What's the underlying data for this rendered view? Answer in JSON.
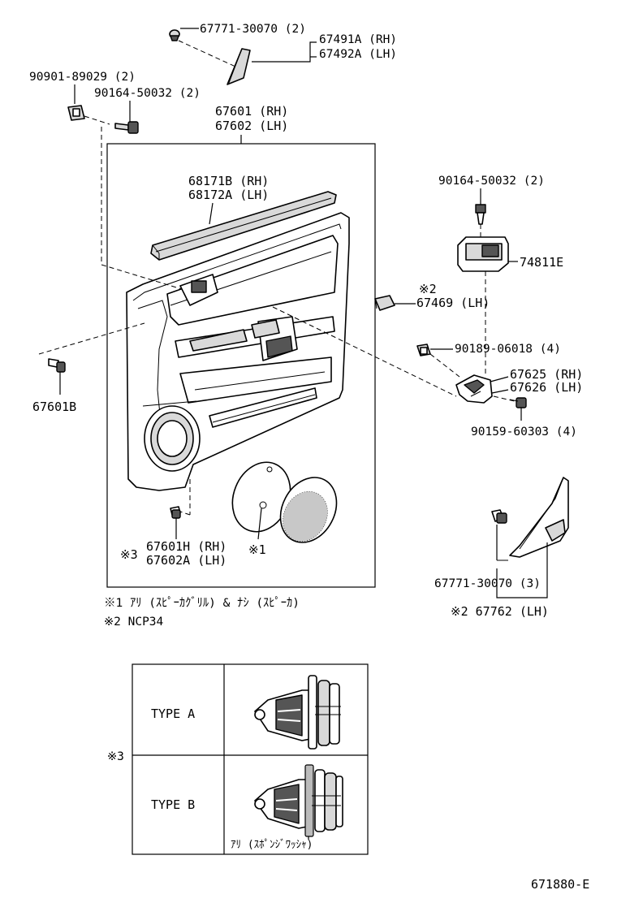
{
  "labels": {
    "p67771_top": "67771-30070 (2)",
    "p67491a": "67491A (RH)",
    "p67492a": "67492A (LH)",
    "p90901": "90901-89029 (2)",
    "p90164_a": "90164-50032 (2)",
    "p67601": "67601 (RH)",
    "p67602": "67602 (LH)",
    "p68171b": "68171B (RH)",
    "p68172a": "68172A (LH)",
    "p90164_b": "90164-50032 (2)",
    "p74811e": "74811E",
    "p67469_mark": "※2",
    "p67469": "67469 (LH)",
    "p90189": "90189-06018 (4)",
    "p67625": "67625 (RH)",
    "p67626": "67626 (LH)",
    "p90159": "90159-60303 (4)",
    "p67601b": "67601B",
    "p67601h_mark": "※3",
    "p67601h": "67601H (RH)",
    "p67602a": "67602A (LH)",
    "p_mark1": "※1",
    "p67771_bot": "67771-30070 (3)",
    "p67762": "※2 67762 (LH)"
  },
  "notes": {
    "note1": "※1 ｱﾘ  (ｽﾋﾟｰｶｸﾞﾘﾙ)  & ﾅｼ  (ｽﾋﾟｰｶ)",
    "note2": "※2  NCP34"
  },
  "table": {
    "mark": "※3",
    "rows": [
      {
        "type": "TYPE  A"
      },
      {
        "type": "TYPE  B",
        "caption": "ｱﾘ (ｽﾎﾟﾝｼﾞﾜｯｼｬ)"
      }
    ]
  },
  "drawing_id": "671880-E"
}
